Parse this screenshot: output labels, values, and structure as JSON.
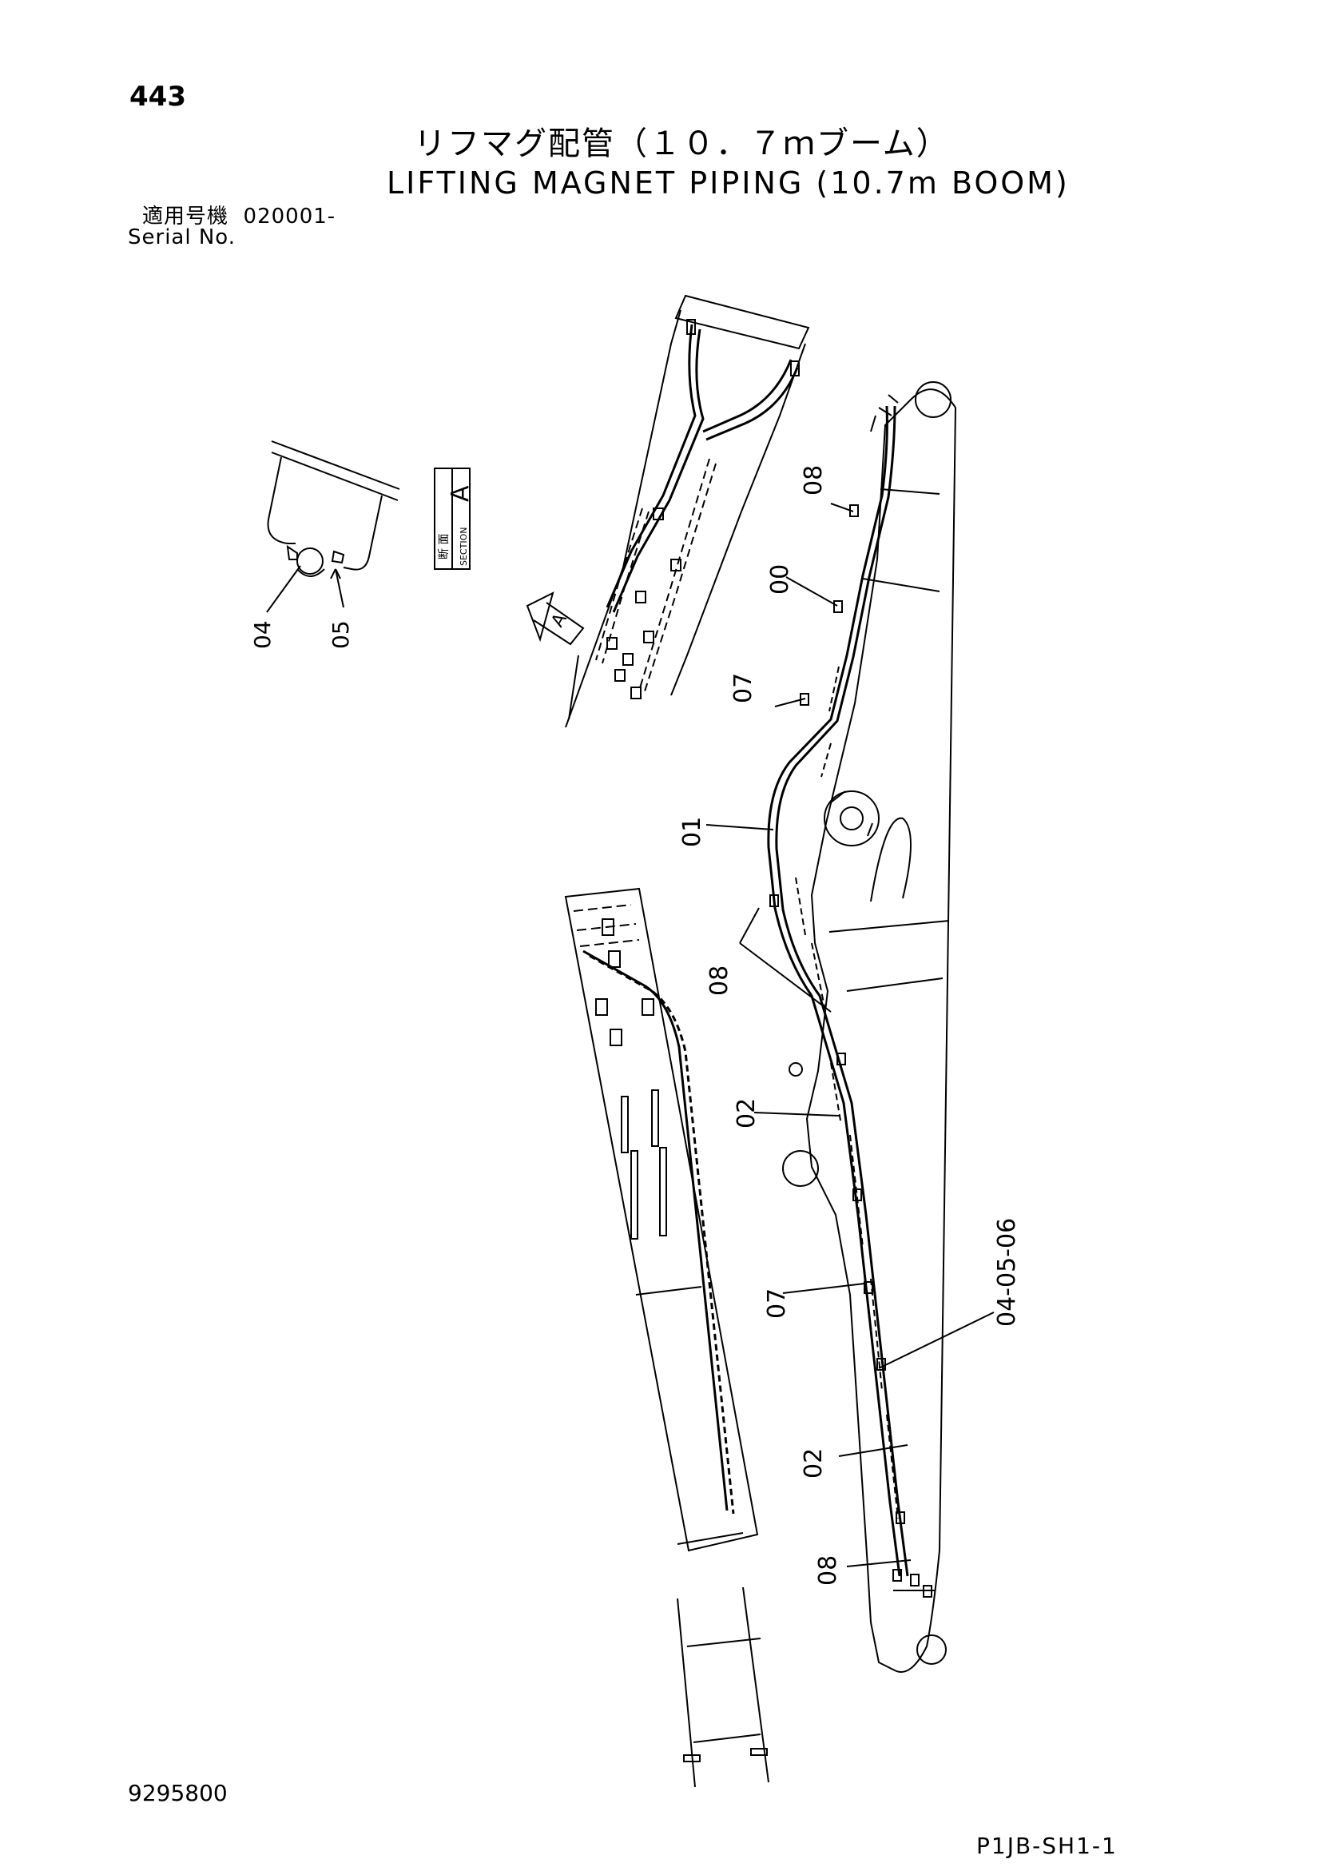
{
  "header": {
    "page_number": "443",
    "title_jp": "リフマグ配管（１０．７ｍブーム）",
    "title_en": "LIFTING MAGNET PIPING (10.7m BOOM)",
    "serial_label_jp": "適用号機",
    "serial_value": "020001-",
    "serial_label_en": "Serial No."
  },
  "section_box": {
    "label_jp": "断 面",
    "label_en": "SECTION",
    "letter": "A",
    "view_arrow_letter": "A"
  },
  "callouts": {
    "detail_04": "04",
    "detail_05": "05",
    "c08_top": "08",
    "c00": "00",
    "c07_upper": "07",
    "c01": "01",
    "c08_mid": "08",
    "c02_upper": "02",
    "c07_lower": "07",
    "c04_05_06": "04-05-06",
    "c02_lower": "02",
    "c08_bottom": "08"
  },
  "footer": {
    "doc_number": "9295800",
    "sheet_id": "P1JB-SH1-1"
  }
}
